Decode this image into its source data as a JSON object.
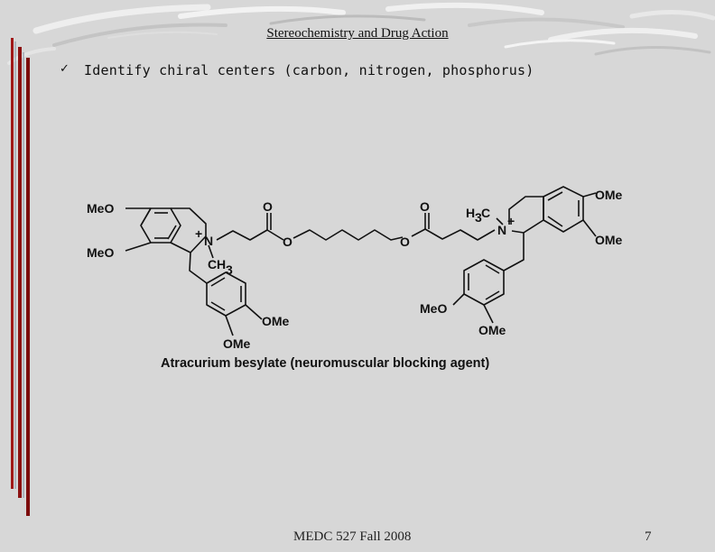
{
  "slide": {
    "title": "Stereochemistry and Drug Action",
    "bullet": {
      "icon": "checkmark-icon",
      "glyph": "✓",
      "text": "Identify chiral centers (carbon, nitrogen, phosphorus)"
    },
    "caption": "Atracurium besylate (neuromuscular blocking agent)",
    "footer": {
      "course": "MEDC 527 Fall 2008",
      "page": "7"
    }
  },
  "structure_labels": {
    "meo": "MeO",
    "ome": "OMe",
    "o": "O",
    "n": "N",
    "plus": "+",
    "c": "C",
    "h": "H",
    "sub3": "3"
  },
  "colors": {
    "background": "#d7d7d7",
    "accent_bars": "#8b1010",
    "swoosh": "#ffffff"
  }
}
